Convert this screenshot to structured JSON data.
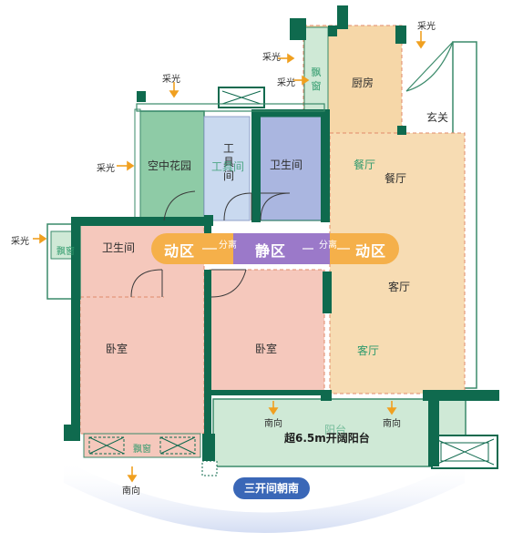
{
  "colors": {
    "wall": "#0f6a4e",
    "outline": "#3a8a6a",
    "bedroom": "#f5c8bc",
    "living": "#f7dcb3",
    "kitchen": "#f6d7a8",
    "bath_blue": "#aab6e0",
    "utility_blue": "#c9d9ef",
    "garden_green": "#8ecba6",
    "balcony_green": "#cfe9d6",
    "dynamic_band": "#f5b04a",
    "quiet_band": "#9b79c9",
    "pill_blue": "#3a67b7",
    "arrow": "#f0a020"
  },
  "rooms": {
    "kitchen": "厨房",
    "bay_window_kitchen": "飘窗",
    "entrance": "玄关",
    "dining_green": "餐厅",
    "dining": "餐厅",
    "garden": "空中花园",
    "utility_label": "工具间",
    "utility_overlay": "工具间",
    "bath_right": "卫生间",
    "bath_left": "卫生间",
    "bay_window_left": "飘窗",
    "bay_window_bottom": "飘窗",
    "bedroom_left": "卧室",
    "bedroom_mid": "卧室",
    "living": "客厅",
    "living_green": "客厅",
    "balcony": "超6.5m开阔阳台",
    "balcony_hidden": "阳台"
  },
  "lighting": {
    "top_right": "采光",
    "top_mid1": "采光",
    "top_mid2": "采光",
    "top_left": "采光",
    "left_garden": "采光",
    "left_bay": "采光"
  },
  "orientation": {
    "south_1": "南向",
    "south_2": "南向",
    "south_3": "南向"
  },
  "zones": {
    "dynamic_left": "动区",
    "sep_left": "分离",
    "quiet": "静区",
    "sep_right": "分离",
    "dynamic_right": "动区"
  },
  "footer_pill": "三开间朝南"
}
